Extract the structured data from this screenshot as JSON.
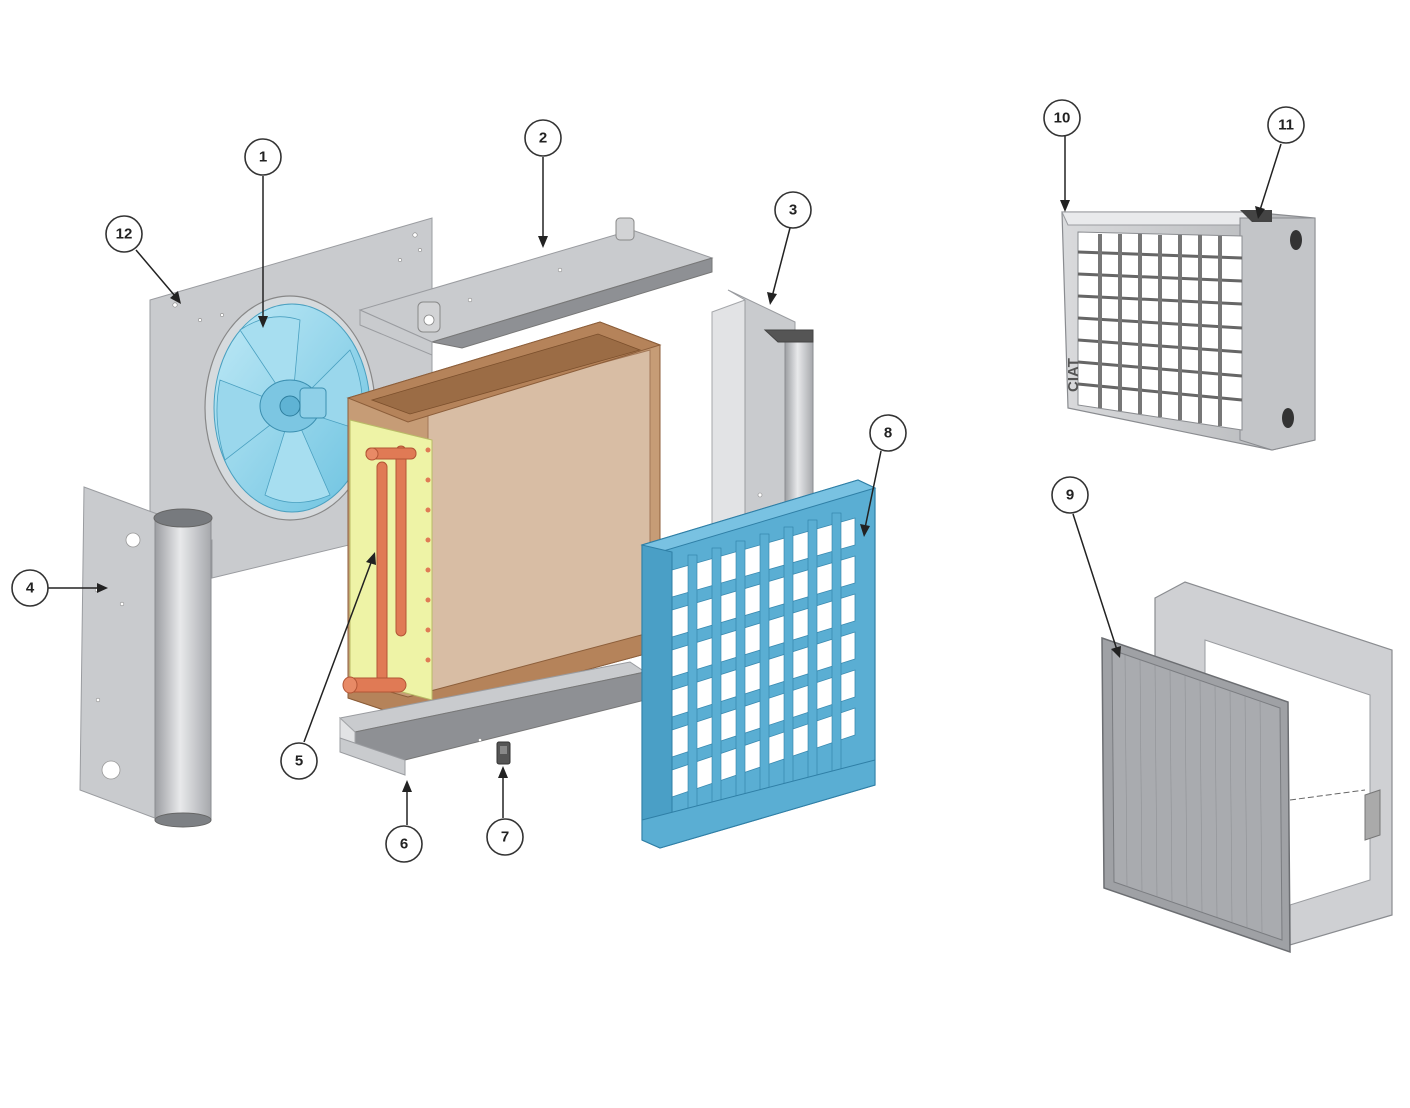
{
  "diagram": {
    "callouts": [
      {
        "id": "1",
        "label": "1"
      },
      {
        "id": "2",
        "label": "2"
      },
      {
        "id": "3",
        "label": "3"
      },
      {
        "id": "4",
        "label": "4"
      },
      {
        "id": "5",
        "label": "5"
      },
      {
        "id": "6",
        "label": "6"
      },
      {
        "id": "7",
        "label": "7"
      },
      {
        "id": "8",
        "label": "8"
      },
      {
        "id": "9",
        "label": "9"
      },
      {
        "id": "10",
        "label": "10"
      },
      {
        "id": "11",
        "label": "11"
      },
      {
        "id": "12",
        "label": "12"
      }
    ],
    "unit_logo": "CIAT",
    "colors": {
      "fan": "#8fd3ea",
      "coil_frame": "#b5835a",
      "coil_face": "#d8bda4",
      "coil_header": "#eef3a6",
      "pipes": "#e07a55",
      "grille": "#5aaed3",
      "metal": "#c9cbce"
    }
  }
}
